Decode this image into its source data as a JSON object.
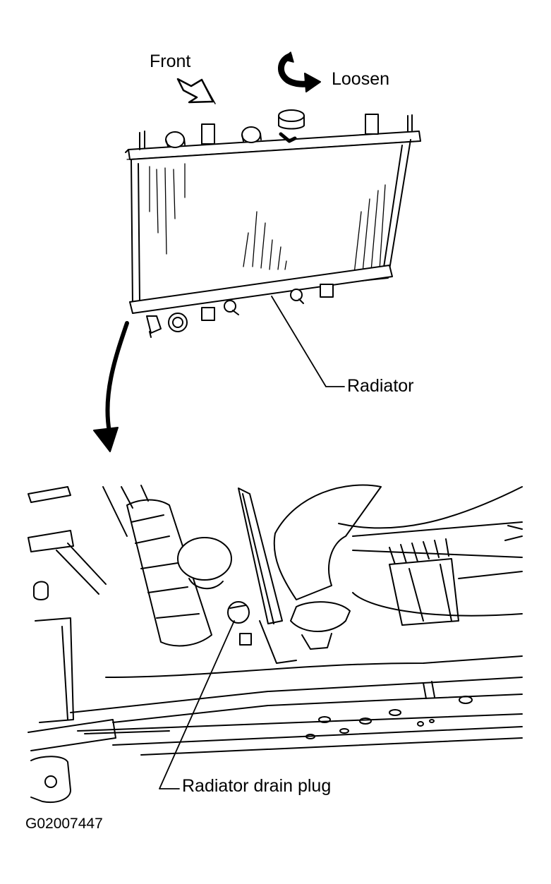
{
  "labels": {
    "front": "Front",
    "loosen": "Loosen",
    "radiator": "Radiator",
    "drain_plug": "Radiator drain plug",
    "figure_code": "G02007447"
  },
  "colors": {
    "ink": "#000000",
    "paper": "#ffffff"
  },
  "icons": {
    "front": "front-arrow-icon",
    "loosen": "loosen-rotation-arrow-icon",
    "transition": "curved-arrow-icon"
  }
}
